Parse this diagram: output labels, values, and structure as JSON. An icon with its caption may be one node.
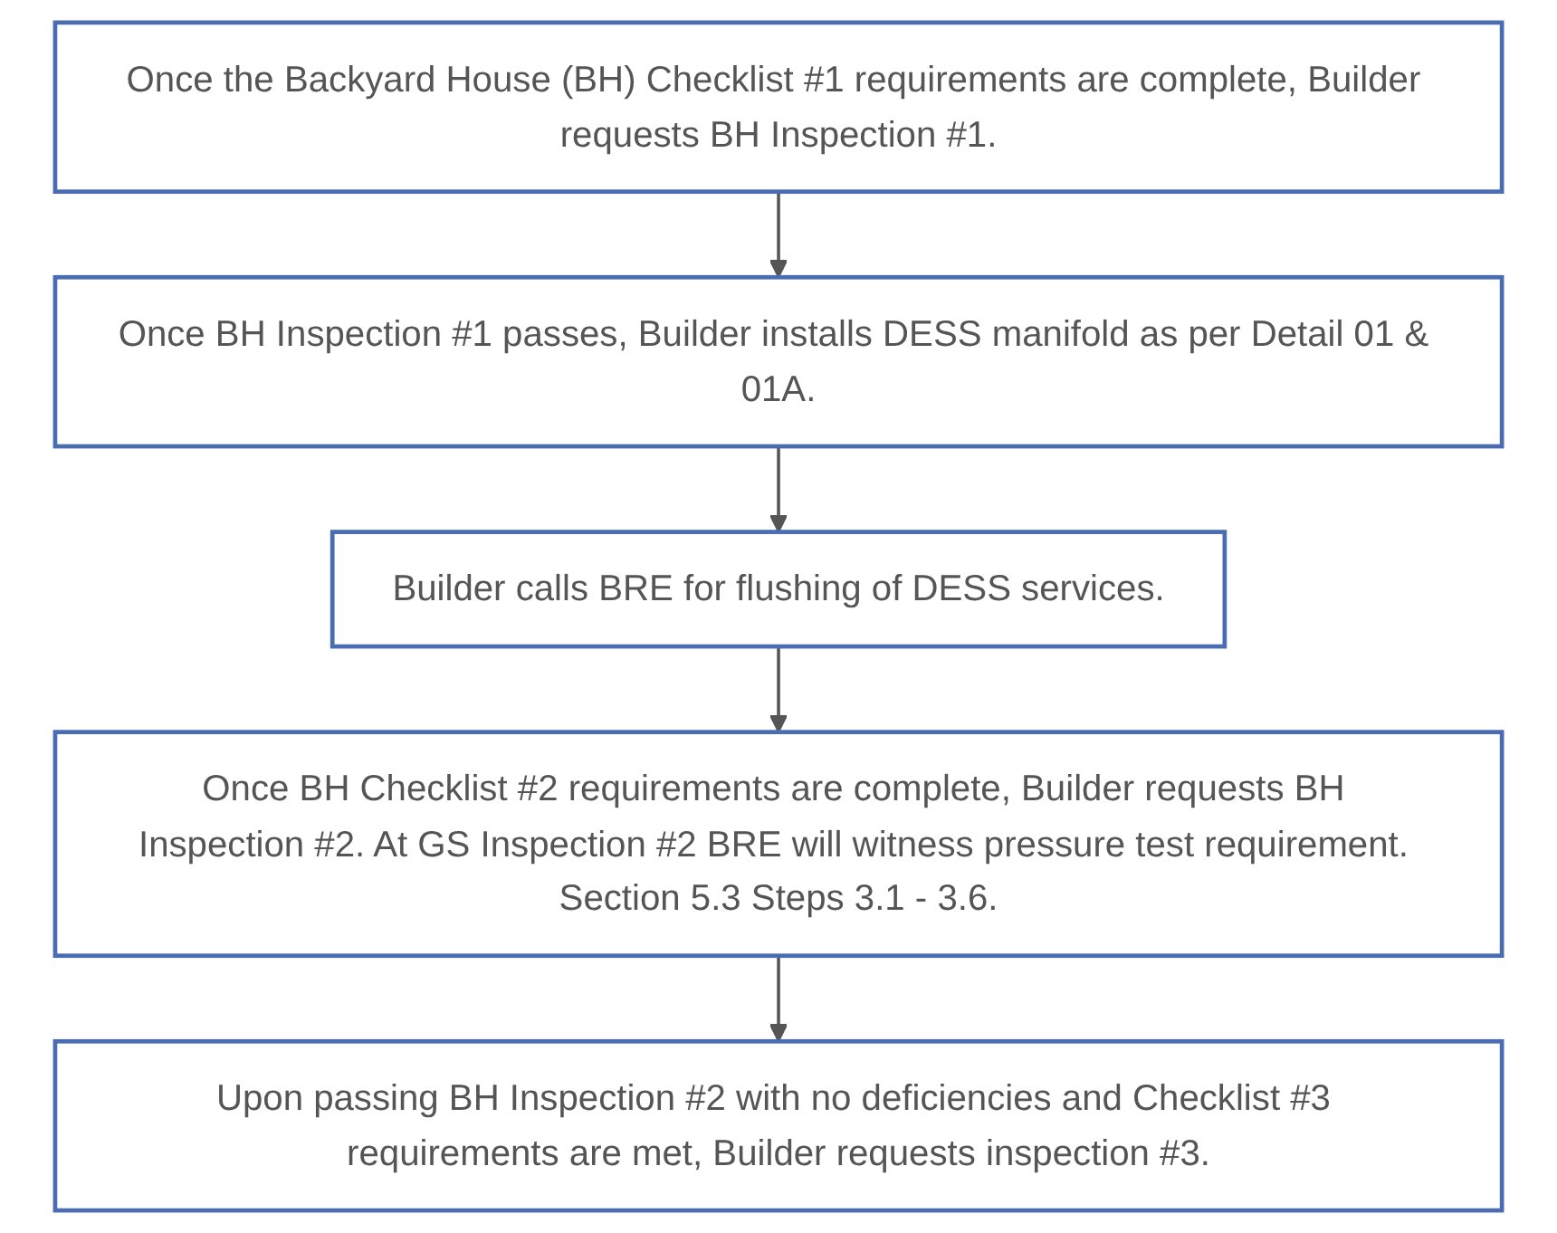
{
  "diagram": {
    "nodes": [
      {
        "text": [
          "Once the Backyard House (BH) Checklist #1 requirements are complete, Builder requests BH Inspection #1."
        ]
      },
      {
        "text": [
          "Once BH Inspection #1 passes, Builder installs DESS manifold as per Detail 01 & 01A."
        ]
      },
      {
        "text": [
          "Builder calls BRE for flushing of DESS services."
        ]
      },
      {
        "text": [
          "Once BH Checklist #2 requirements are complete, Builder requests BH Inspection #2. At GS Inspection #2 BRE will witness pressure test requirement. Section 5.3 Steps 3.1 - 3.6."
        ]
      },
      {
        "text": [
          "Upon passing BH Inspection #2 with no deficiencies and Checklist #3 requirements are met, Builder requests inspection #3."
        ]
      }
    ],
    "edges": [
      {
        "from": 0,
        "to": 1,
        "arrow": "to"
      },
      {
        "from": 1,
        "to": 2,
        "arrow": "to"
      },
      {
        "from": 2,
        "to": 3,
        "arrow": "to"
      },
      {
        "from": 3,
        "to": 4,
        "arrow": "to"
      }
    ]
  }
}
